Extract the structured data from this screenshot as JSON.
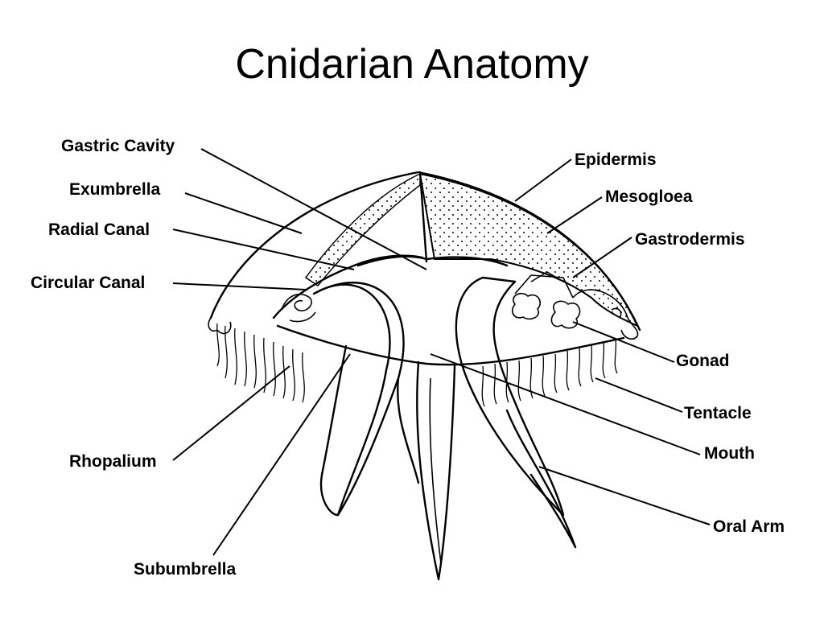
{
  "title": "Cnidarian Anatomy",
  "labels": {
    "gastric_cavity": "Gastric Cavity",
    "exumbrella": "Exumbrella",
    "radial_canal": "Radial Canal",
    "circular_canal": "Circular Canal",
    "rhopalium": "Rhopalium",
    "subumbrella": "Subumbrella",
    "epidermis": "Epidermis",
    "mesogloea": "Mesogloea",
    "gastrodermis": "Gastrodermis",
    "gonad": "Gonad",
    "tentacle": "Tentacle",
    "mouth": "Mouth",
    "oral_arm": "Oral Arm"
  }
}
